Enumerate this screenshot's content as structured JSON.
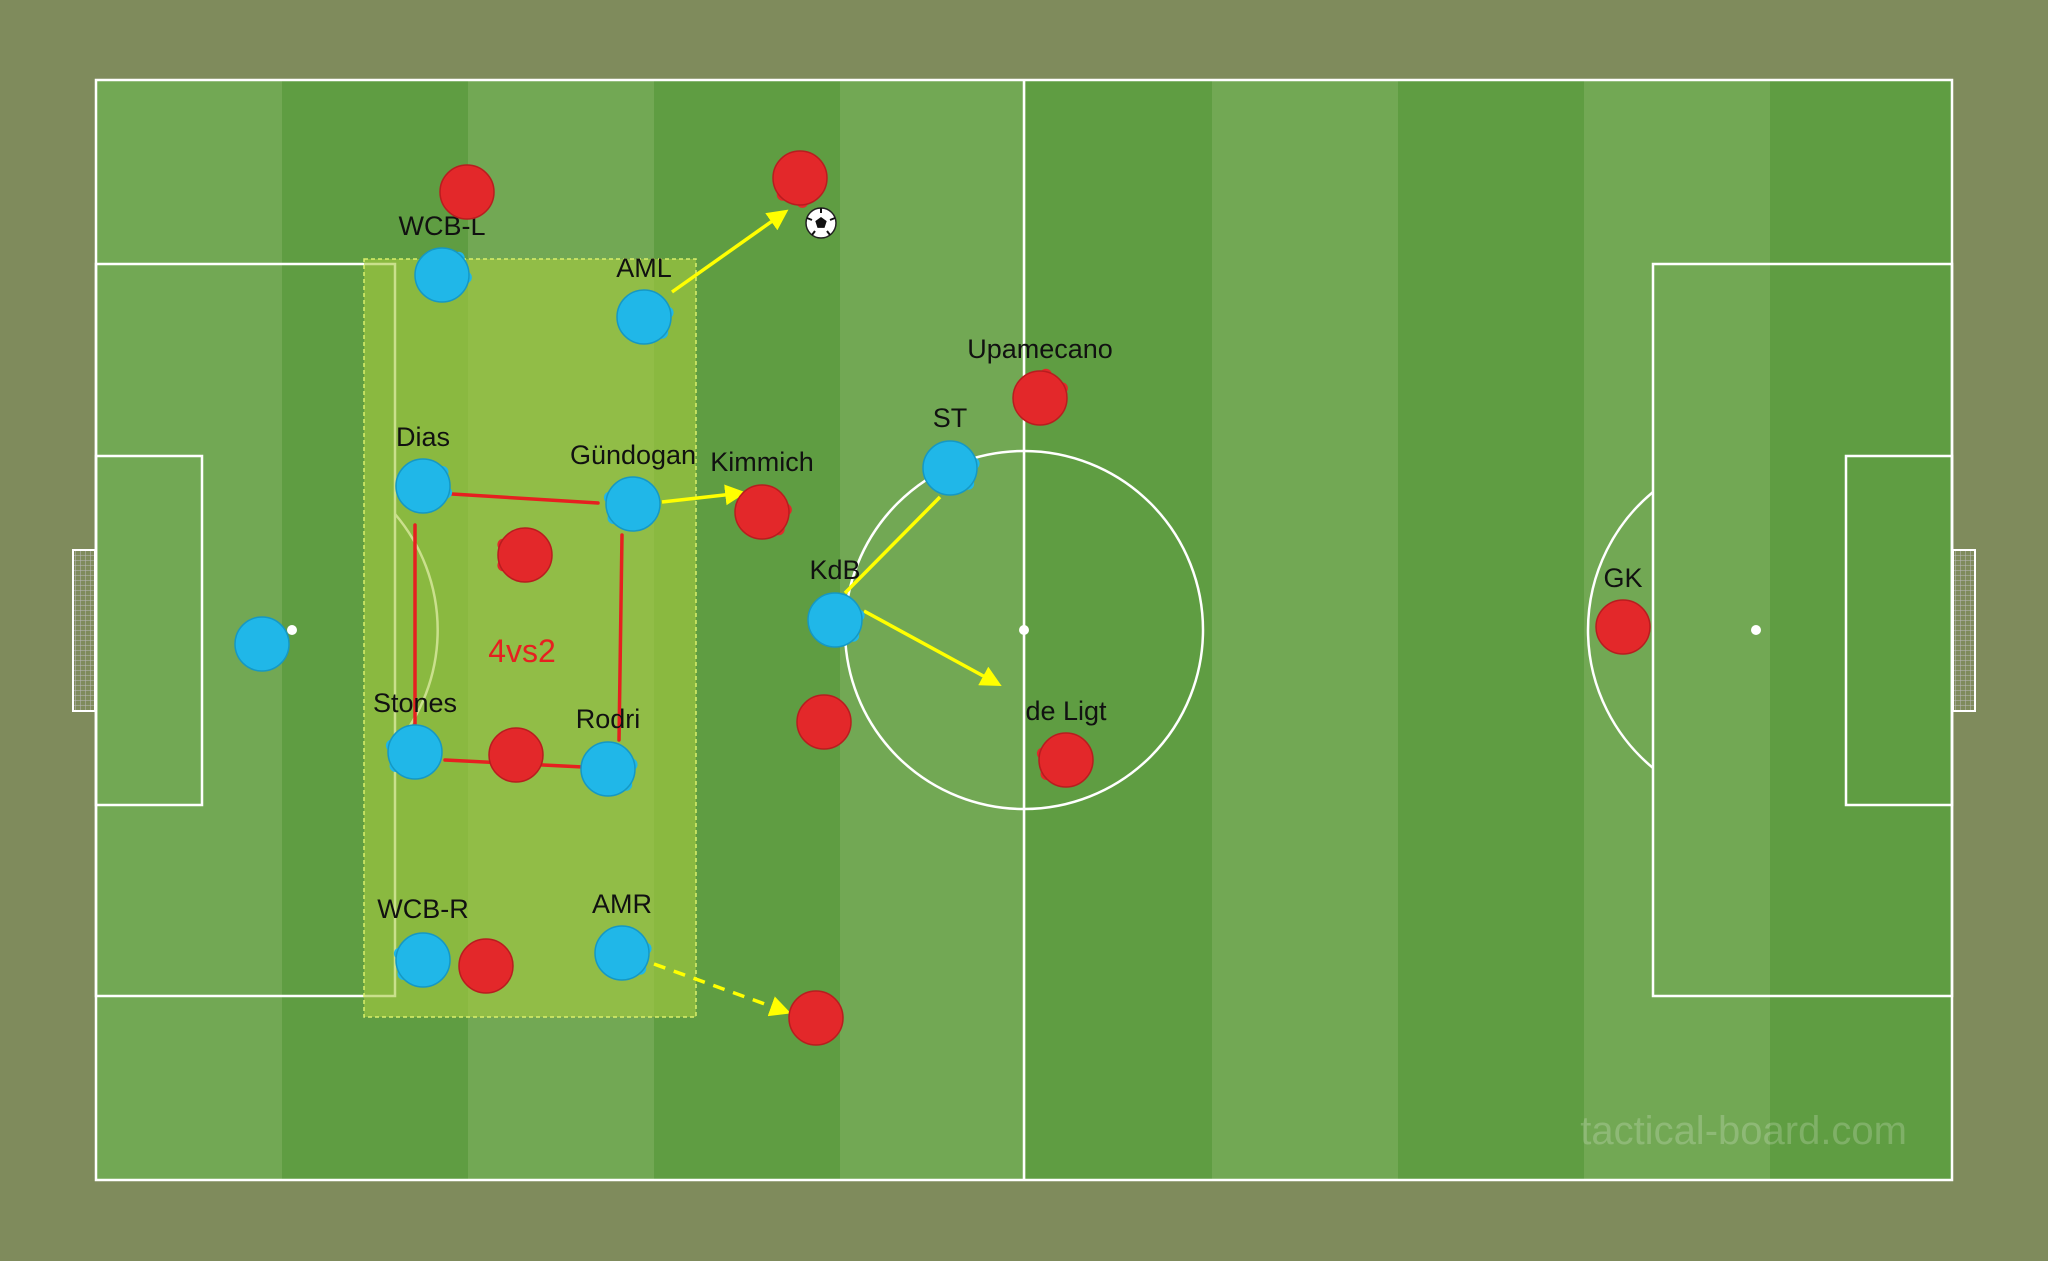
{
  "colors": {
    "background": "#7f8b5c",
    "stripe_light": "#72a854",
    "stripe_dark": "#5f9d42",
    "lines": "#ffffff",
    "team_blue": "#20b7e8",
    "team_red": "#e3282a",
    "pass_arrow": "#ffff00",
    "link_line": "#e62020",
    "zone_fill": "#a6cc3f",
    "zone_border": "#d9ef6a"
  },
  "zone": {
    "label": "4vs2"
  },
  "watermark": "tactical-board.com",
  "ball_icon": "football-icon",
  "players": [
    {
      "id": "wcbl",
      "team": "blue",
      "label": "WCB-L"
    },
    {
      "id": "aml",
      "team": "blue",
      "label": "AML"
    },
    {
      "id": "dias",
      "team": "blue",
      "label": "Dias"
    },
    {
      "id": "gundogan",
      "team": "blue",
      "label": "Gündogan"
    },
    {
      "id": "stones",
      "team": "blue",
      "label": "Stones"
    },
    {
      "id": "rodri",
      "team": "blue",
      "label": "Rodri"
    },
    {
      "id": "wcbr",
      "team": "blue",
      "label": "WCB-R"
    },
    {
      "id": "amr",
      "team": "blue",
      "label": "AMR"
    },
    {
      "id": "kdb",
      "team": "blue",
      "label": "KdB"
    },
    {
      "id": "st",
      "team": "blue",
      "label": "ST"
    },
    {
      "id": "gk_blue",
      "team": "blue",
      "label": ""
    },
    {
      "id": "r_top",
      "team": "red",
      "label": ""
    },
    {
      "id": "r_ball",
      "team": "red",
      "label": ""
    },
    {
      "id": "upamecano",
      "team": "red",
      "label": "Upamecano"
    },
    {
      "id": "kimmich",
      "team": "red",
      "label": "Kimmich"
    },
    {
      "id": "r_mid",
      "team": "red",
      "label": ""
    },
    {
      "id": "r_box",
      "team": "red",
      "label": ""
    },
    {
      "id": "r_cm",
      "team": "red",
      "label": ""
    },
    {
      "id": "deligt",
      "team": "red",
      "label": "de Ligt"
    },
    {
      "id": "r_wcbr",
      "team": "red",
      "label": ""
    },
    {
      "id": "r_wide",
      "team": "red",
      "label": ""
    },
    {
      "id": "gk",
      "team": "red",
      "label": "GK"
    }
  ]
}
